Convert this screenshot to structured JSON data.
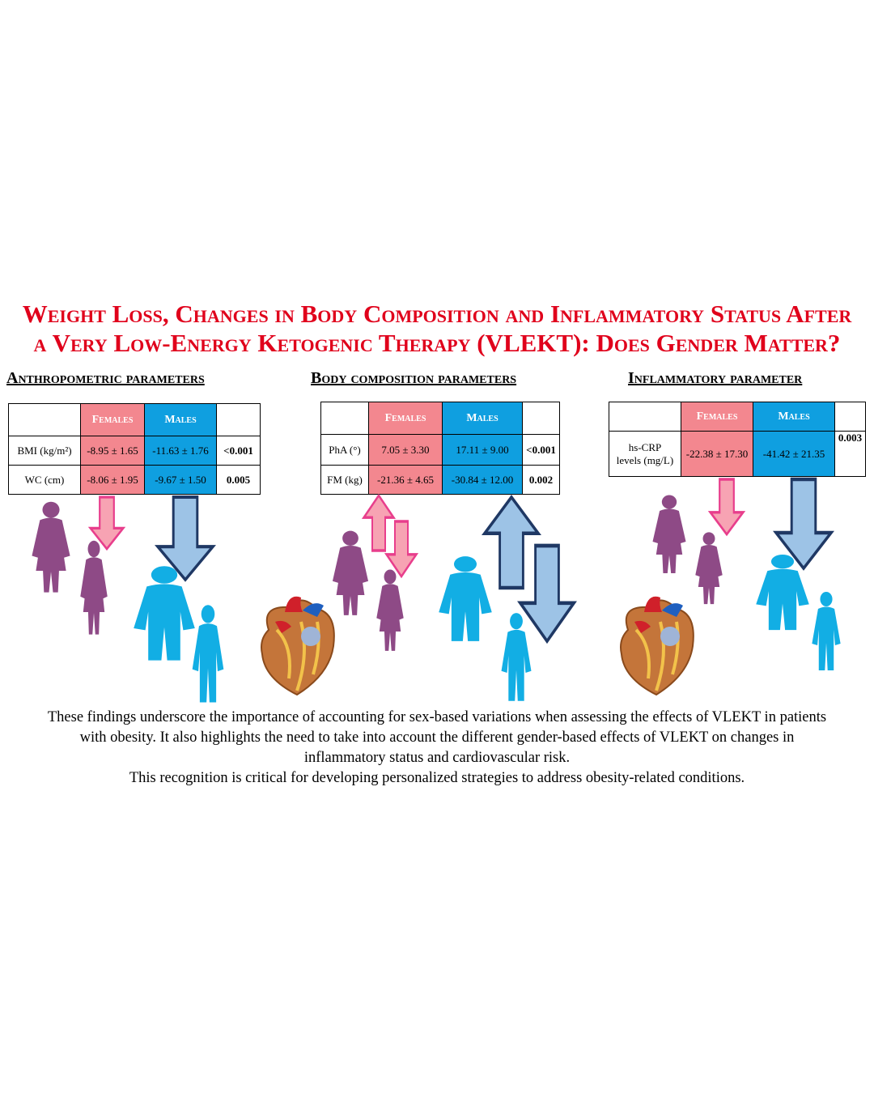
{
  "title": {
    "line1": "Weight Loss, Changes in Body Composition and Inflammatory Status After",
    "line2": "a Very Low-Energy Ketogenic Therapy (VLEKT): Does Gender Matter?"
  },
  "sections": {
    "anthropometric": {
      "heading": "Anthropometric parameters",
      "col_females": "Females",
      "col_males": "Males",
      "rows": [
        {
          "param": "BMI (kg/m²)",
          "females": "-8.95 ± 1.65",
          "males": "-11.63 ± 1.76",
          "p": "<0.001"
        },
        {
          "param": "WC (cm)",
          "females": "-8.06 ± 1.95",
          "males": "-9.67 ± 1.50",
          "p": "0.005"
        }
      ]
    },
    "body_composition": {
      "heading": "Body composition parameters",
      "col_females": "Females",
      "col_males": "Males",
      "rows": [
        {
          "param": "PhA (°)",
          "females": "7.05 ± 3.30",
          "males": "17.11 ± 9.00",
          "p": "<0.001"
        },
        {
          "param": "FM (kg)",
          "females": "-21.36 ± 4.65",
          "males": "-30.84 ± 12.00",
          "p": "0.002"
        }
      ]
    },
    "inflammatory": {
      "heading": "Inflammatory parameter",
      "col_females": "Females",
      "col_males": "Males",
      "rows": [
        {
          "param_line1": "hs-CRP",
          "param_line2": "levels (mg/L)",
          "females": "-22.38 ± 17.30",
          "males": "-41.42 ± 21.35",
          "p": "0.003"
        }
      ]
    }
  },
  "footer": {
    "line1": "These findings underscore the importance of accounting for sex-based variations when assessing the effects of VLEKT in patients",
    "line2": "with obesity. It also highlights the need to take into account the different gender-based effects of VLEKT on changes in",
    "line3": "inflammatory status and cardiovascular risk.",
    "line4": "This recognition is critical for developing personalized strategies to address obesity-related conditions."
  },
  "colors": {
    "title_red": "#e0001b",
    "female_pink": "#f3878f",
    "male_blue": "#0f9fe0",
    "female_figure": "#8e4a86",
    "male_figure": "#12aee4",
    "male_arrow": "#9dc3e6",
    "male_arrow_border": "#1f3864",
    "female_arrow": "#f7a3b3",
    "female_arrow_border": "#e83e8c"
  },
  "icons": [
    "person-female-icon",
    "person-male-icon",
    "arrow-down-icon",
    "arrow-up-icon",
    "heart-icon"
  ]
}
